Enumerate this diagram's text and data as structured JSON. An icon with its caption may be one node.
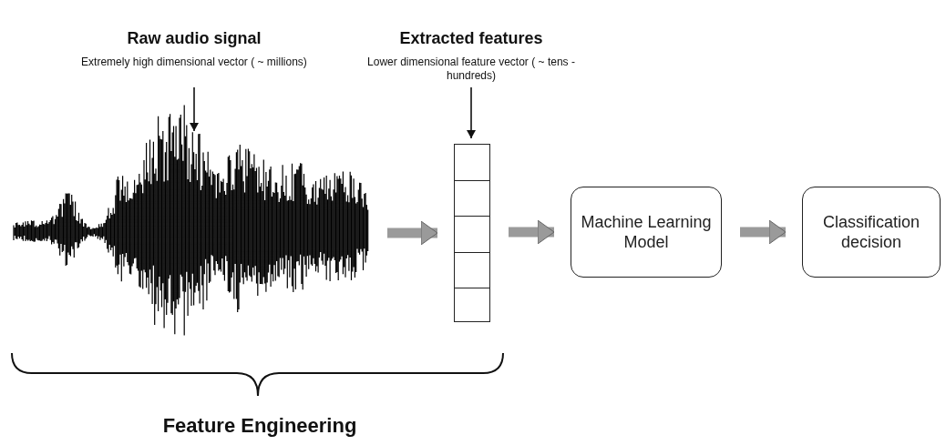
{
  "diagram": {
    "nodes": [
      {
        "text": [
          "Raw audio signal",
          "Extremely high dimensional vector ( ~ millions)"
        ]
      },
      {
        "text": [
          "Extracted features",
          "Lower dimensional feature vector ( ~ tens - hundreds)"
        ]
      },
      {
        "text": [],
        "shape": "picture"
      },
      {
        "text": [],
        "shape": "box"
      },
      {
        "text": [
          "Machine Learning Model"
        ]
      },
      {
        "text": [
          "Classification decision"
        ]
      }
    ],
    "edges": [
      {
        "from": 0,
        "to": 2,
        "arrow": "to",
        "color": "#111111"
      },
      {
        "from": 1,
        "to": 3,
        "arrow": "to",
        "color": "#111111"
      },
      {
        "from": 2,
        "to": 3,
        "arrow": "to"
      },
      {
        "from": 3,
        "to": 4,
        "arrow": "to"
      },
      {
        "from": 4,
        "to": 5,
        "arrow": "to"
      }
    ],
    "labels": [
      "Feature Engineering"
    ]
  }
}
